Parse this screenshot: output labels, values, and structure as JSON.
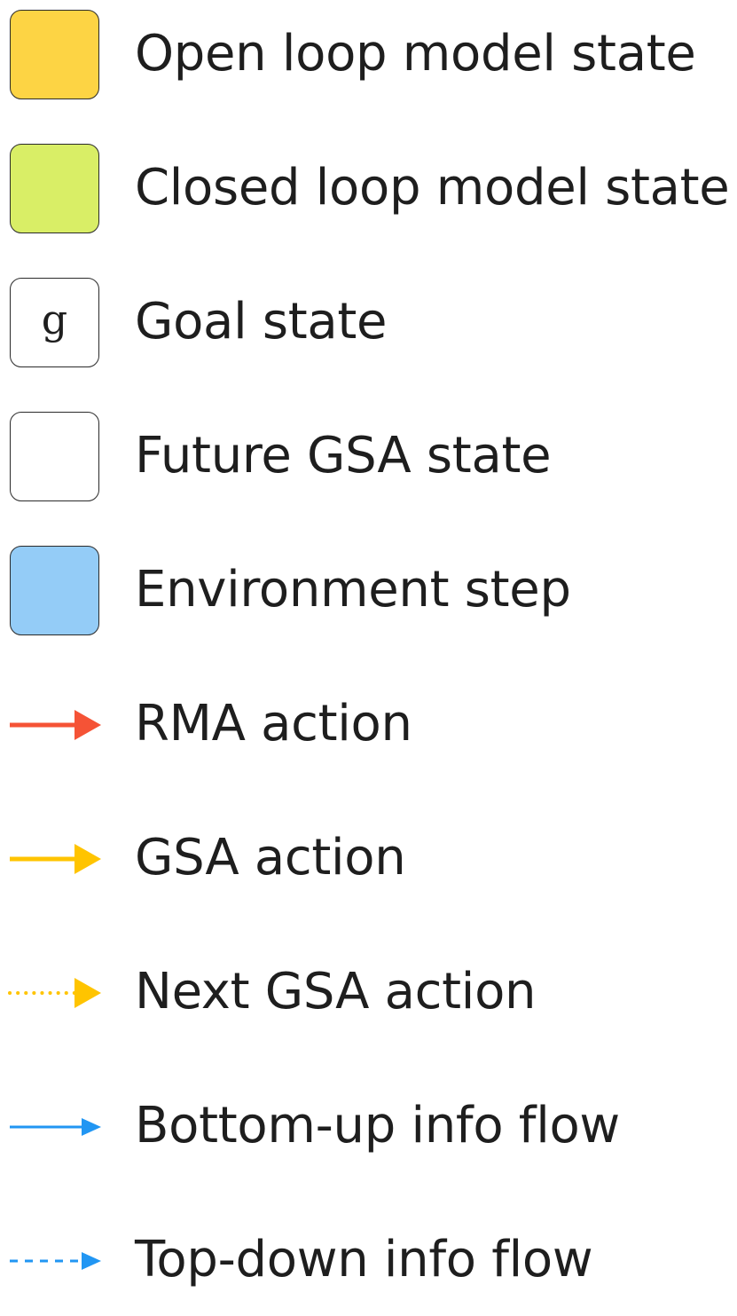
{
  "legend": {
    "items": [
      {
        "kind": "box",
        "label": "Open loop model state",
        "fill": "#fdd444",
        "glyph": ""
      },
      {
        "kind": "box",
        "label": "Closed loop model state",
        "fill": "#d9ee66",
        "glyph": ""
      },
      {
        "kind": "box",
        "label": "Goal state",
        "fill": "#ffffff",
        "glyph": "g"
      },
      {
        "kind": "box",
        "label": "Future GSA state",
        "fill": "#ffffff",
        "glyph": ""
      },
      {
        "kind": "box",
        "label": "Environment step",
        "fill": "#94ccf7",
        "glyph": ""
      },
      {
        "kind": "arrow",
        "label": "RMA action",
        "color": "#f55336",
        "line": "solid-thick"
      },
      {
        "kind": "arrow",
        "label": "GSA action",
        "color": "#ffc400",
        "line": "solid-thick"
      },
      {
        "kind": "arrow",
        "label": "Next GSA action",
        "color": "#ffc400",
        "line": "dotted"
      },
      {
        "kind": "arrow",
        "label": "Bottom-up info flow",
        "color": "#2196f3",
        "line": "solid-thin"
      },
      {
        "kind": "arrow",
        "label": "Top-down info flow",
        "color": "#2196f3",
        "line": "dashed"
      }
    ]
  }
}
